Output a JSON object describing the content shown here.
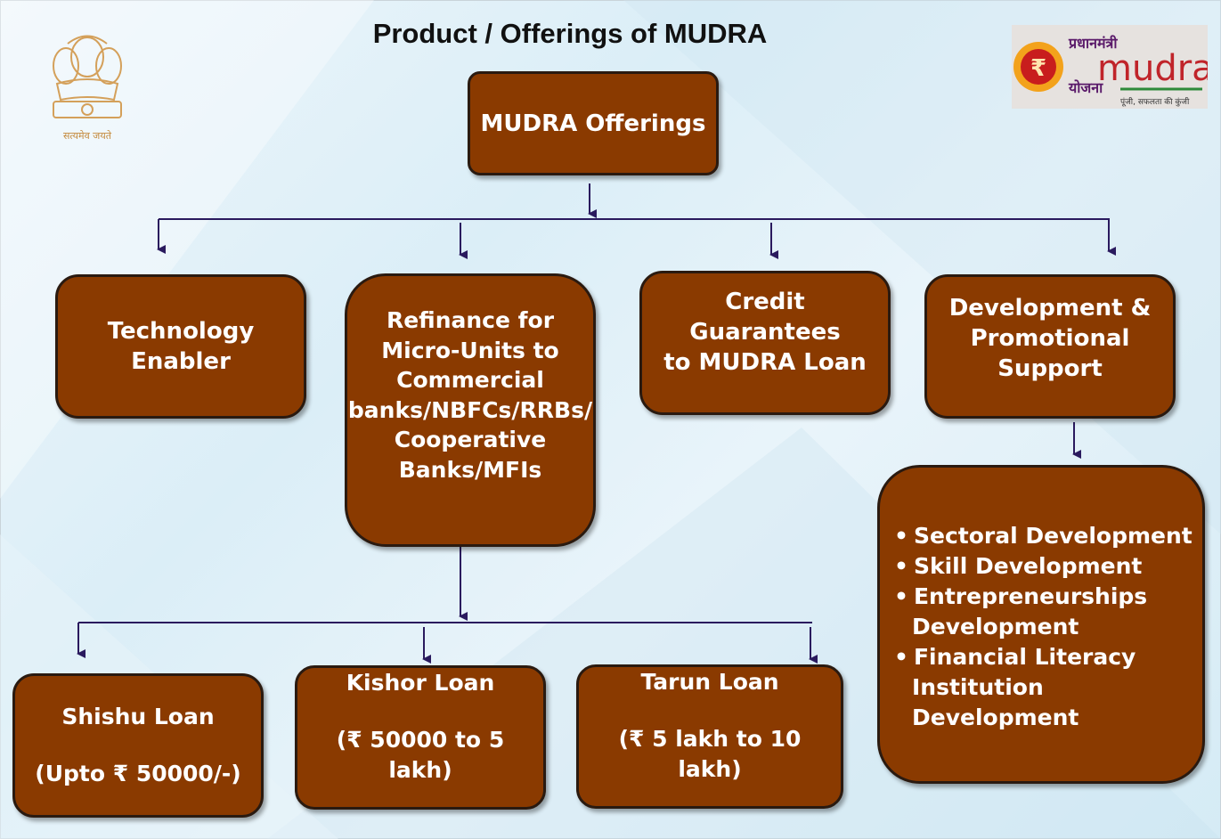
{
  "title": "Product / Offerings of MUDRA",
  "emblem": {
    "caption": "सत्यमेव जयते",
    "icon": "national-emblem-icon"
  },
  "logo": {
    "line1": "प्रधानमंत्री",
    "brand": "mudra",
    "line2": "योजना",
    "tagline": "पूंजी, सफलता की कुंजी",
    "icon": "rupee-coin-icon"
  },
  "root": {
    "label": "MUDRA Offerings"
  },
  "offerings": [
    {
      "lines": [
        "Technology",
        "Enabler"
      ]
    },
    {
      "lines": [
        "Refinance for",
        "Micro-Units to",
        "Commercial",
        "banks/NBFCs/RRBs/",
        "Cooperative",
        "Banks/MFIs"
      ]
    },
    {
      "lines": [
        "Credit Guarantees",
        "to MUDRA Loan"
      ]
    },
    {
      "lines": [
        "Development &",
        "Promotional",
        "Support"
      ]
    }
  ],
  "development_items": [
    {
      "text": "Sectoral Development"
    },
    {
      "text": "Skill Development"
    },
    {
      "text": "Entrepreneurships Development"
    },
    {
      "text": "Financial Literacy Institution Development"
    }
  ],
  "loans": [
    {
      "name": "Shishu Loan",
      "amount": "(Upto ₹ 50000/-)"
    },
    {
      "name": "Kishor Loan",
      "amount": "(₹ 50000 to 5 lakh)"
    },
    {
      "name": "Tarun Loan",
      "amount": "(₹ 5 lakh to 10 lakh)"
    }
  ],
  "colors": {
    "box_fill": "#8a3a00",
    "box_border": "#2a1a10",
    "connector": "#2a1a5e",
    "text": "#ffffff"
  }
}
